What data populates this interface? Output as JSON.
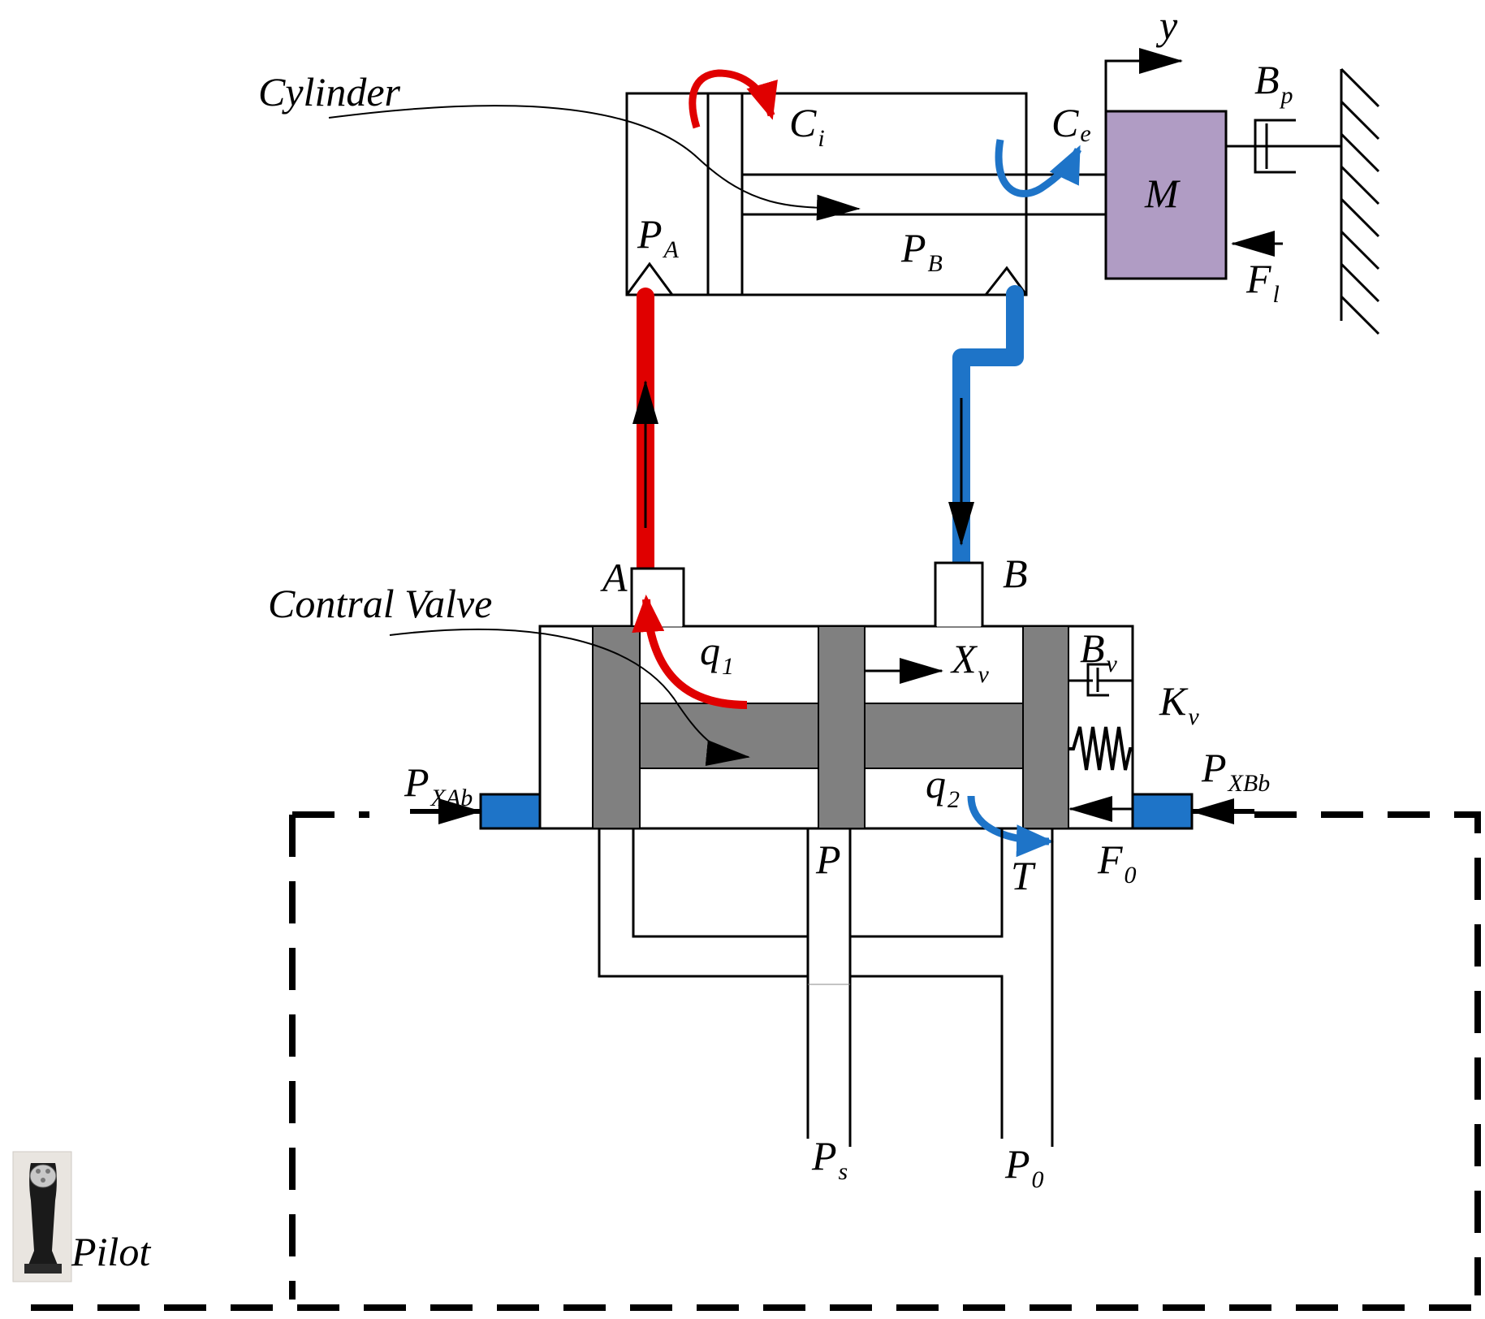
{
  "labels": {
    "cylinder": "Cylinder",
    "control_valve": "Contral Valve",
    "pilot": "Pilot",
    "mass": "M",
    "y": "y",
    "ci": {
      "main": "C",
      "sub": "i"
    },
    "ce": {
      "main": "C",
      "sub": "e"
    },
    "bp": {
      "main": "B",
      "sub": "p"
    },
    "fl": {
      "main": "F",
      "sub": "l"
    },
    "pa": {
      "main": "P",
      "sub": "A"
    },
    "pb": {
      "main": "P",
      "sub": "B"
    },
    "port_a": "A",
    "port_b": "B",
    "q1": {
      "main": "q",
      "sub": "1"
    },
    "q2": {
      "main": "q",
      "sub": "2"
    },
    "xv": {
      "main": "X",
      "sub": "v"
    },
    "bv": {
      "main": "B",
      "sub": "v"
    },
    "kv": {
      "main": "K",
      "sub": "v"
    },
    "pxab": {
      "main": "P",
      "sub": "XAb"
    },
    "pxbb": {
      "main": "P",
      "sub": "XBb"
    },
    "port_p": "P",
    "port_t": "T",
    "f0": {
      "main": "F",
      "sub": "0"
    },
    "ps": {
      "main": "P",
      "sub": "s"
    },
    "p0": {
      "main": "P",
      "sub": "0"
    }
  },
  "colors": {
    "pressure_line": "#e00000",
    "return_line": "#1e74c8",
    "spool": "#808080",
    "mass": "#b09cc4",
    "pilot_chamber": "#1e74c8"
  }
}
